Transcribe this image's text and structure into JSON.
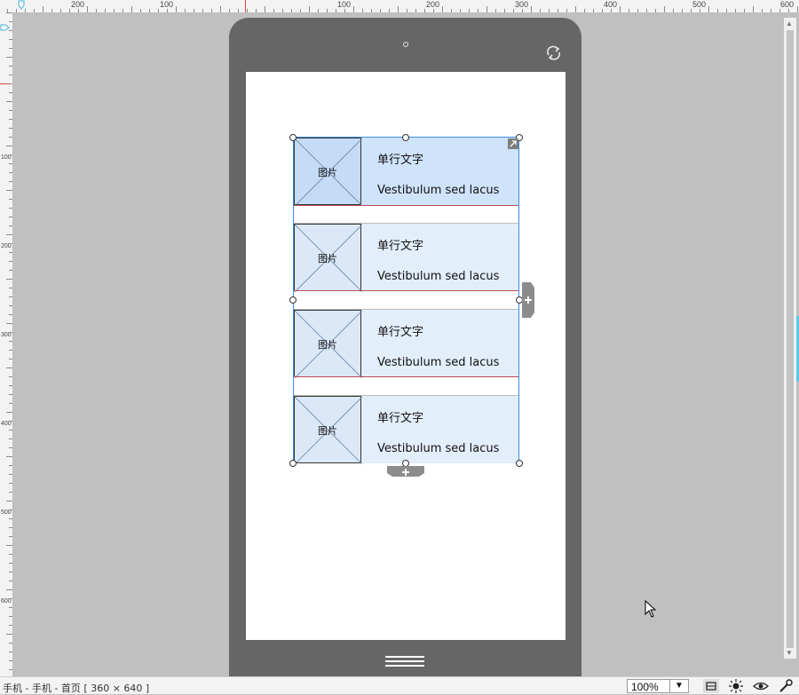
{
  "rulers": {
    "top_labels": [
      "200",
      "100",
      "100",
      "200",
      "300",
      "400",
      "500",
      "600"
    ],
    "left_labels": [
      "100",
      "200",
      "300",
      "400",
      "500",
      "600"
    ]
  },
  "repeater": {
    "rows": [
      {
        "image_label": "图片",
        "title": "单行文字",
        "subtitle": "Vestibulum sed lacus"
      },
      {
        "image_label": "图片",
        "title": "单行文字",
        "subtitle": "Vestibulum sed lacus"
      },
      {
        "image_label": "图片",
        "title": "单行文字",
        "subtitle": "Vestibulum sed lacus"
      },
      {
        "image_label": "图片",
        "title": "单行文字",
        "subtitle": "Vestibulum sed lacus"
      }
    ]
  },
  "statusbar": {
    "path": "手机 - 手机 - 首页 [ 360 × 640 ]",
    "zoom": "100%"
  },
  "icons": {
    "rotate": "rotate-icon",
    "home": "home-menu-icon",
    "expand": "expand-corner-icon",
    "add": "plus-icon",
    "layout": "layout-icon",
    "sun": "sun-icon",
    "eye": "eye-icon",
    "tool": "wrench-icon"
  },
  "colors": {
    "phone": "#666666",
    "canvas": "#c0c0c0",
    "selection": "#3a8ee6",
    "row_fill": "#e3eefb"
  }
}
